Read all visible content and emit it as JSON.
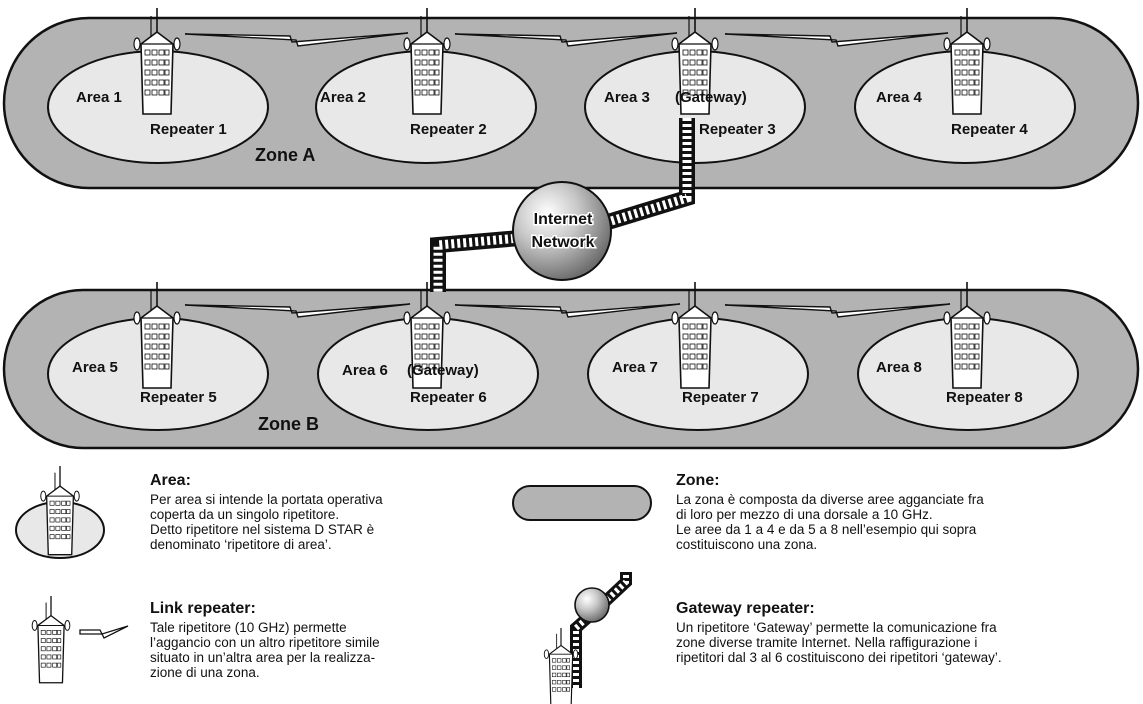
{
  "zones": [
    {
      "label": "Zone A",
      "areas": [
        {
          "area": "Area 1",
          "repeater": "Repeater 1",
          "gateway": ""
        },
        {
          "area": "Area 2",
          "repeater": "Repeater 2",
          "gateway": ""
        },
        {
          "area": "Area 3",
          "repeater": "Repeater 3",
          "gateway": "(Gateway)"
        },
        {
          "area": "Area 4",
          "repeater": "Repeater 4",
          "gateway": ""
        }
      ]
    },
    {
      "label": "Zone B",
      "areas": [
        {
          "area": "Area 5",
          "repeater": "Repeater 5",
          "gateway": ""
        },
        {
          "area": "Area 6",
          "repeater": "Repeater 6",
          "gateway": "(Gateway)"
        },
        {
          "area": "Area 7",
          "repeater": "Repeater 7",
          "gateway": ""
        },
        {
          "area": "Area 8",
          "repeater": "Repeater 8",
          "gateway": ""
        }
      ]
    }
  ],
  "internet": {
    "line1": "Internet",
    "line2": "Network"
  },
  "legend": {
    "area": {
      "title": "Area:",
      "text": "Per area si intende la portata operativa\ncoperta da un singolo ripetitore.\nDetto ripetitore nel sistema D STAR è\ndenominato ‘ripetitore di area’."
    },
    "zone": {
      "title": "Zone:",
      "text": "La zona è composta da diverse aree agganciate fra\ndi loro per mezzo di una dorsale a 10 GHz.\nLe aree da 1 a 4 e da 5 a 8 nell’esempio qui sopra\ncostituiscono una zona."
    },
    "link": {
      "title": "Link repeater:",
      "text": "Tale ripetitore (10 GHz) permette\nl’aggancio con un altro ripetitore simile\nsituato in un’altra area per la realizza-\nzione di una zona."
    },
    "gateway": {
      "title": "Gateway repeater:",
      "text": "Un ripetitore ‘Gateway’ permette la comunicazione fra\nzone diverse tramite Internet. Nella raffigurazione i\nripetitori dal 3 al 6 costituiscono dei ripetitori ‘gateway’."
    }
  },
  "colors": {
    "zone_fill": "#b3b3b3",
    "area_fill": "#e8e8e8",
    "outline": "#111111",
    "globe": "#9a9a9a"
  }
}
